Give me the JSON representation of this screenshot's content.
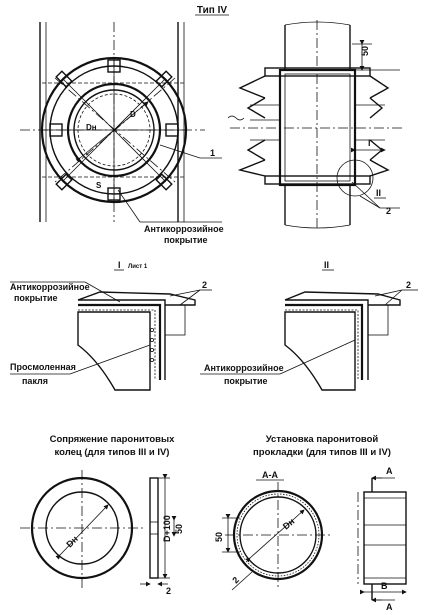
{
  "title": "Тип IV",
  "top_left": {
    "dim_dn": "Dн",
    "dim_d": "D",
    "dim_s": "S",
    "leader_1": "1",
    "coating_line1": "Антикоррозийное",
    "coating_line2": "покрытие"
  },
  "top_right": {
    "dim_50": "50",
    "dim_l": "l",
    "callout_II": "II",
    "leader_2": "2"
  },
  "detail_I": {
    "label": "I",
    "sheet_ref": "Лист 1",
    "coating_line1": "Антикоррозийное",
    "coating_line2": "покрытие",
    "leader_2": "2",
    "tow_line1": "Просмоленная",
    "tow_line2": "пакля"
  },
  "detail_II": {
    "label": "II",
    "leader_2": "2",
    "coating_line1": "Антикоррозийное",
    "coating_line2": "покрытие"
  },
  "ring_joint": {
    "caption_line1": "Сопряжение паронитовых",
    "caption_line2": "колец (для типов III и IV)",
    "dim_dn": "Dн",
    "dim_d100": "D+100",
    "dim_50": "50",
    "dim_2": "2"
  },
  "gasket": {
    "caption_line1": "Установка паронитовой",
    "caption_line2": "прокладки (для типов III и IV)",
    "section_label": "А-А",
    "dim_50": "50",
    "dim_dn": "Dн",
    "dim_2": "2",
    "cut_a_top": "А",
    "cut_a_bottom": "А",
    "dim_b": "В"
  }
}
